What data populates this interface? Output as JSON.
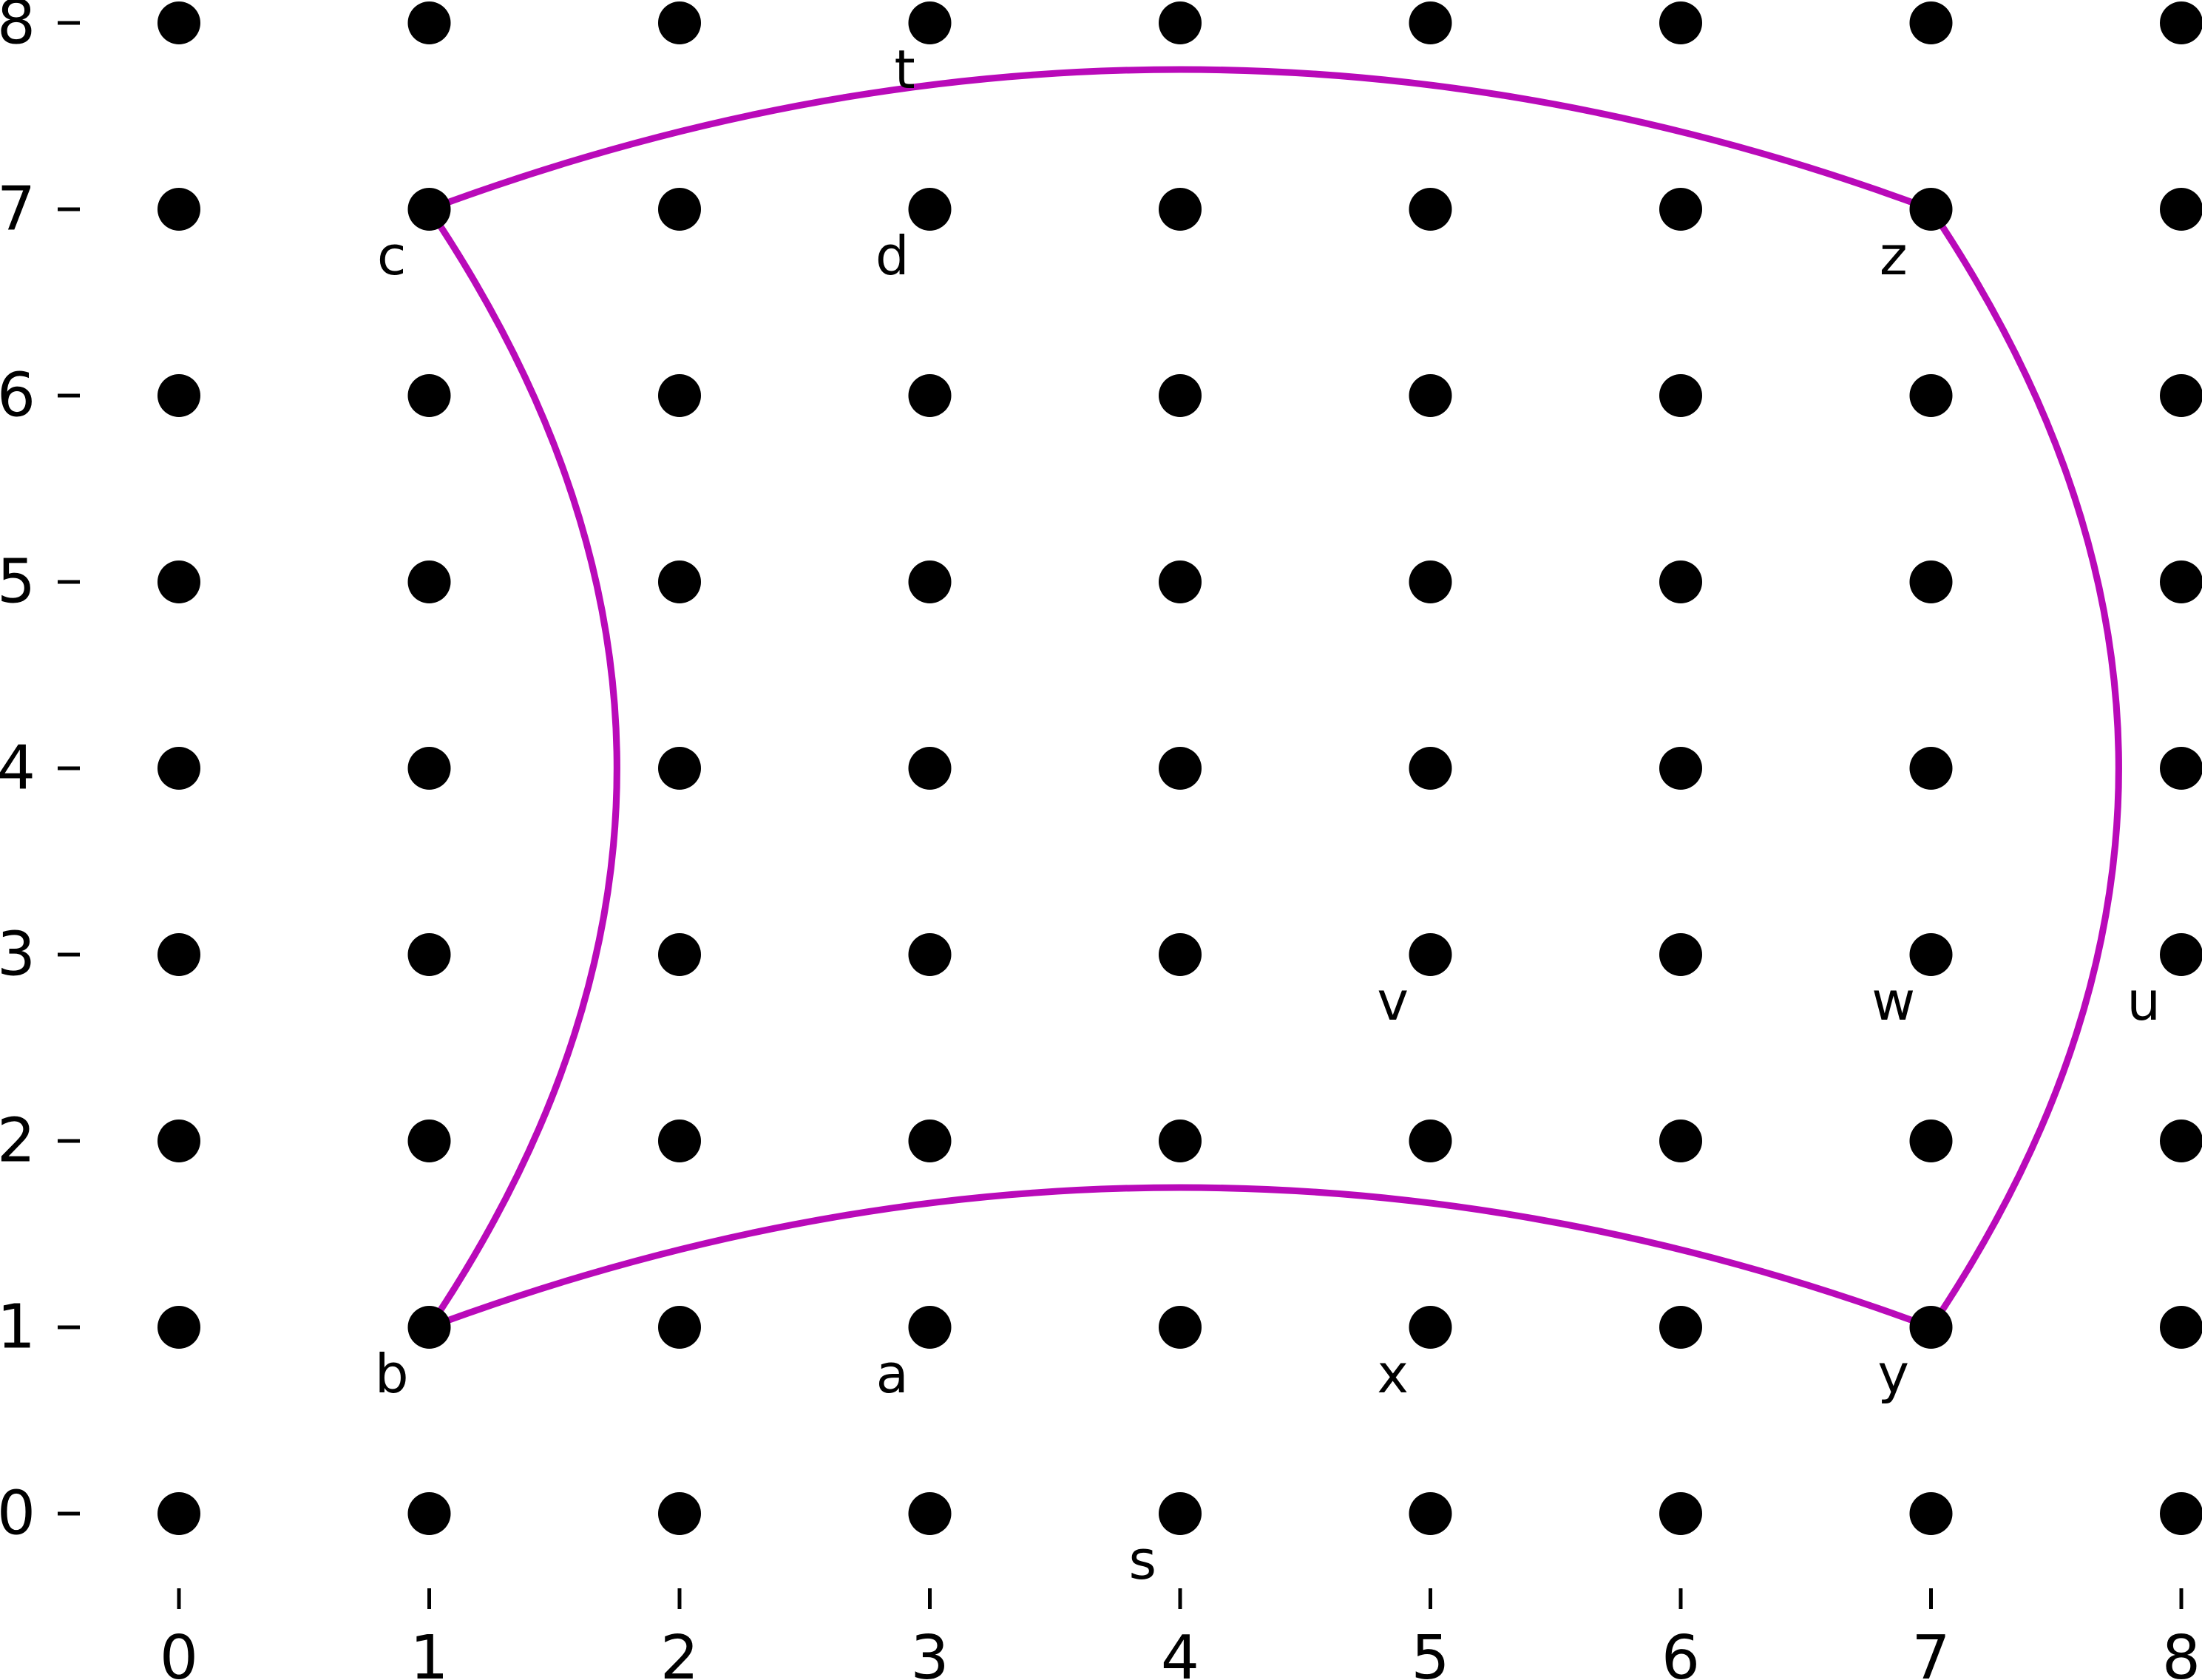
{
  "diagram": {
    "x_ticks": [
      "0",
      "1",
      "2",
      "3",
      "4",
      "5",
      "6",
      "7",
      "8"
    ],
    "y_ticks": [
      "0",
      "1",
      "2",
      "3",
      "4",
      "5",
      "6",
      "7",
      "8"
    ],
    "grid": {
      "x_min": 0,
      "x_max": 8,
      "y_min": 0,
      "y_max": 8
    },
    "dot_color": "#000000",
    "curve_color": "#b90ab9",
    "labels": [
      {
        "text": "t",
        "x": 2.9,
        "y": 7.75
      },
      {
        "text": "c",
        "x": 0.85,
        "y": 6.75
      },
      {
        "text": "d",
        "x": 2.85,
        "y": 6.75
      },
      {
        "text": "z",
        "x": 6.85,
        "y": 6.75
      },
      {
        "text": "v",
        "x": 4.85,
        "y": 2.75
      },
      {
        "text": "w",
        "x": 6.85,
        "y": 2.75
      },
      {
        "text": "u",
        "x": 7.85,
        "y": 2.75
      },
      {
        "text": "b",
        "x": 0.85,
        "y": 0.75
      },
      {
        "text": "a",
        "x": 2.85,
        "y": 0.75
      },
      {
        "text": "x",
        "x": 4.85,
        "y": 0.75
      },
      {
        "text": "y",
        "x": 6.85,
        "y": 0.75
      },
      {
        "text": "s",
        "x": 3.85,
        "y": -0.25
      }
    ],
    "curves": [
      {
        "from": [
          1,
          7
        ],
        "ctrl": [
          4,
          8.5
        ],
        "to": [
          7,
          7
        ]
      },
      {
        "from": [
          1,
          1
        ],
        "ctrl": [
          4,
          2.5
        ],
        "to": [
          7,
          1
        ]
      },
      {
        "from": [
          1,
          7
        ],
        "ctrl": [
          2.5,
          4
        ],
        "to": [
          1,
          1
        ]
      },
      {
        "from": [
          7,
          7
        ],
        "ctrl": [
          8.5,
          4
        ],
        "to": [
          7,
          1
        ]
      }
    ]
  }
}
